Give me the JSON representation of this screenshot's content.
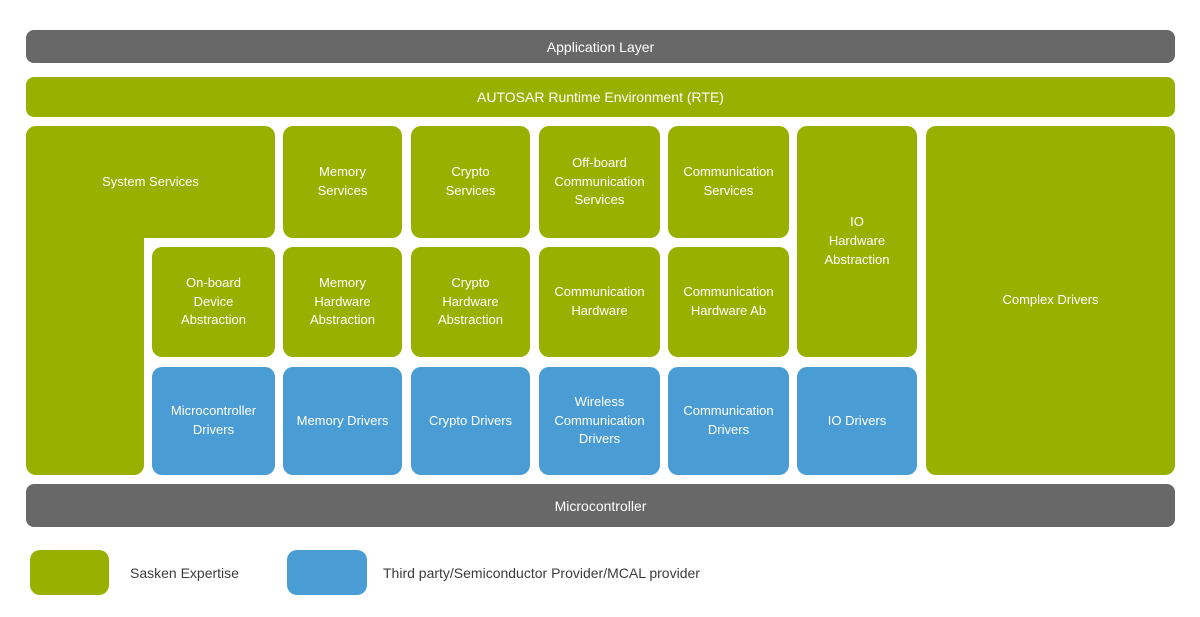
{
  "colors": {
    "green": "#98b101",
    "blue": "#4a9dd4",
    "gray": "#686868"
  },
  "bars": {
    "application_layer": "Application Layer",
    "rte": "AUTOSAR Runtime Environment (RTE)",
    "microcontroller": "Microcontroller"
  },
  "blocks": {
    "system_services": "System Services",
    "memory_services": "Memory\nServices",
    "crypto_services": "Crypto\nServices",
    "offboard_communication_services": "Off-board\nCommunication\nServices",
    "communication_services": "Communication\nServices",
    "io_hardware_abstraction": "IO\nHardware\nAbstraction",
    "complex_drivers": "Complex Drivers",
    "onboard_device_abstraction": "On-board\nDevice\nAbstraction",
    "memory_hardware_abstraction": "Memory\nHardware\nAbstraction",
    "crypto_hardware_abstraction": "Crypto\nHardware\nAbstraction",
    "communication_hardware": "Communication\nHardware",
    "communication_hardware_ab": "Communication\nHardware Ab",
    "microcontroller_drivers": "Microcontroller\nDrivers",
    "memory_drivers": "Memory Drivers",
    "crypto_drivers": "Crypto Drivers",
    "wireless_communication_drivers": "Wireless\nCommunication\nDrivers",
    "communication_drivers": "Communication\nDrivers",
    "io_drivers": "IO Drivers"
  },
  "legend": {
    "items": [
      {
        "label": "Sasken Expertise",
        "color": "#98b101"
      },
      {
        "label": "Third party/Semiconductor Provider/MCAL provider",
        "color": "#4a9dd4"
      }
    ]
  }
}
